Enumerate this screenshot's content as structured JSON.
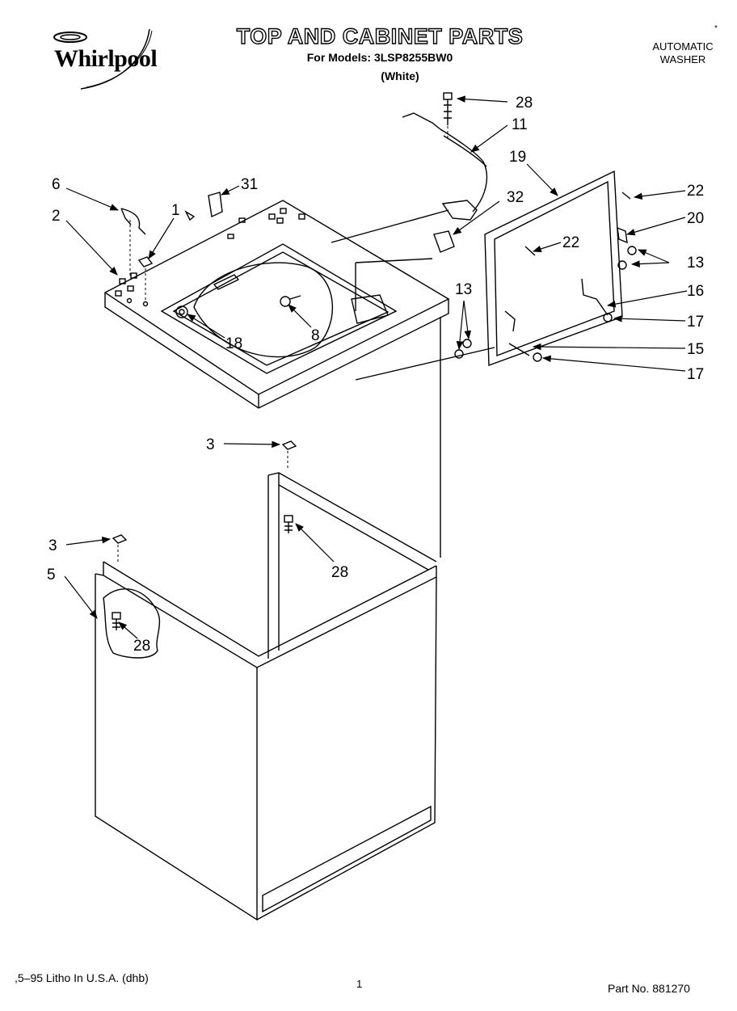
{
  "header": {
    "brand": "Whirlpool",
    "title": "TOP AND CABINET PARTS",
    "models_line": "For Models: 3LSP8255BW0",
    "color_line": "(White)",
    "product_line1": "AUTOMATIC",
    "product_line2": "WASHER",
    "corner_mark": "*"
  },
  "callouts": [
    {
      "id": "c28a",
      "label": "28"
    },
    {
      "id": "c11",
      "label": "11"
    },
    {
      "id": "c19",
      "label": "19"
    },
    {
      "id": "c22a",
      "label": "22"
    },
    {
      "id": "c20",
      "label": "20"
    },
    {
      "id": "c22b",
      "label": "22"
    },
    {
      "id": "c13a",
      "label": "13"
    },
    {
      "id": "c16",
      "label": "16"
    },
    {
      "id": "c17a",
      "label": "17"
    },
    {
      "id": "c15",
      "label": "15"
    },
    {
      "id": "c17b",
      "label": "17"
    },
    {
      "id": "c13b",
      "label": "13"
    },
    {
      "id": "c6",
      "label": "6"
    },
    {
      "id": "c31",
      "label": "31"
    },
    {
      "id": "c2",
      "label": "2"
    },
    {
      "id": "c1",
      "label": "1"
    },
    {
      "id": "c32",
      "label": "32"
    },
    {
      "id": "c18",
      "label": "18"
    },
    {
      "id": "c8",
      "label": "8"
    },
    {
      "id": "c3a",
      "label": "3"
    },
    {
      "id": "c28b",
      "label": "28"
    },
    {
      "id": "c3b",
      "label": "3"
    },
    {
      "id": "c5",
      "label": "5"
    },
    {
      "id": "c28c",
      "label": "28"
    }
  ],
  "footer": {
    "print_info": ",5–95 Litho In U.S.A. (dhb)",
    "page_number": "1",
    "part_number": "Part No. 881270"
  }
}
